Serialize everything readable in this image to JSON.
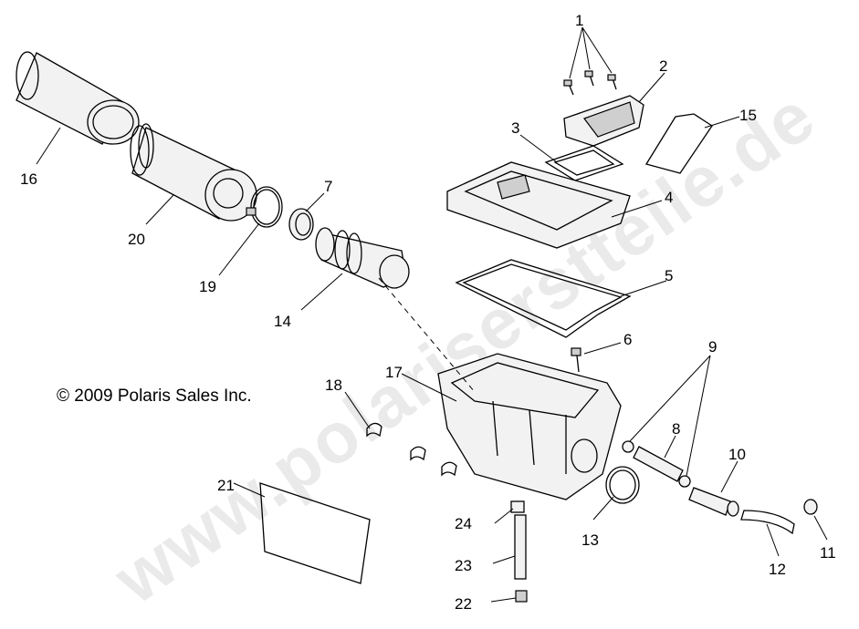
{
  "copyright": "© 2009 Polaris Sales Inc.",
  "watermark": "www.polariserstteile.de",
  "callouts": [
    {
      "id": "1",
      "text": "1"
    },
    {
      "id": "2",
      "text": "2"
    },
    {
      "id": "3",
      "text": "3"
    },
    {
      "id": "4",
      "text": "4"
    },
    {
      "id": "5",
      "text": "5"
    },
    {
      "id": "6",
      "text": "6"
    },
    {
      "id": "7",
      "text": "7"
    },
    {
      "id": "8",
      "text": "8"
    },
    {
      "id": "9",
      "text": "9"
    },
    {
      "id": "10",
      "text": "10"
    },
    {
      "id": "11",
      "text": "11"
    },
    {
      "id": "12",
      "text": "12"
    },
    {
      "id": "13",
      "text": "13"
    },
    {
      "id": "14",
      "text": "14"
    },
    {
      "id": "15",
      "text": "15"
    },
    {
      "id": "16",
      "text": "16"
    },
    {
      "id": "17",
      "text": "17"
    },
    {
      "id": "18",
      "text": "18"
    },
    {
      "id": "19",
      "text": "19"
    },
    {
      "id": "20",
      "text": "20"
    },
    {
      "id": "21",
      "text": "21"
    },
    {
      "id": "22",
      "text": "22"
    },
    {
      "id": "23",
      "text": "23"
    },
    {
      "id": "24",
      "text": "24"
    }
  ]
}
